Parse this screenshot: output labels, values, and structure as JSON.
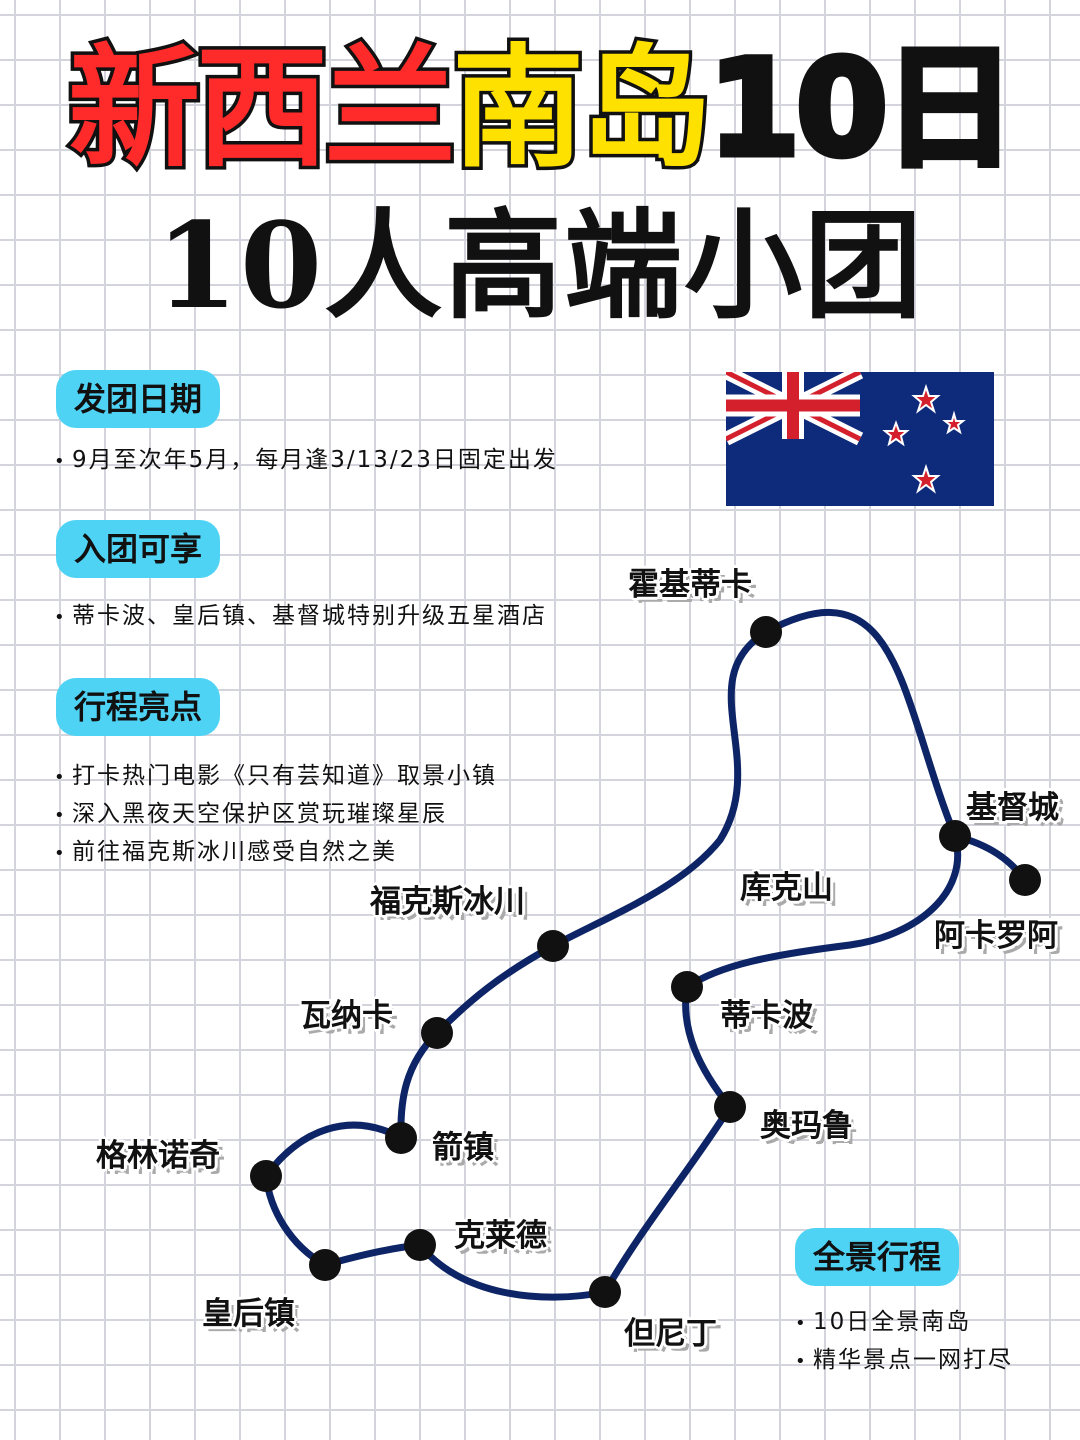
{
  "title": {
    "part_red": "新西兰",
    "part_yellow": "南岛",
    "part_black": "10日",
    "subtitle": "10人高端小团"
  },
  "sections": {
    "departure": {
      "heading": "发团日期",
      "items": [
        "9月至次年5月，每月逢3/13/23日固定出发"
      ]
    },
    "benefits": {
      "heading": "入团可享",
      "items": [
        "蒂卡波、皇后镇、基督城特别升级五星酒店"
      ]
    },
    "highlights": {
      "heading": "行程亮点",
      "items": [
        "打卡热门电影《只有芸知道》取景小镇",
        "深入黑夜天空保护区赏玩璀璨星辰",
        "前往福克斯冰川感受自然之美"
      ]
    },
    "overview": {
      "heading": "全景行程",
      "items": [
        "10日全景南岛",
        "精华景点一网打尽"
      ]
    }
  },
  "route": {
    "stops": [
      "霍基蒂卡",
      "基督城",
      "阿卡罗阿",
      "库克山",
      "福克斯冰川",
      "瓦纳卡",
      "蒂卡波",
      "奥玛鲁",
      "格林诺奇",
      "箭镇",
      "克莱德",
      "皇后镇",
      "但尼丁"
    ],
    "line_color": "#0d2466"
  },
  "flag": {
    "name": "New Zealand flag"
  },
  "colors": {
    "title_red": "#ff2a2a",
    "title_yellow": "#ffe100",
    "pill": "#4fd3f5",
    "route": "#0d2466"
  }
}
